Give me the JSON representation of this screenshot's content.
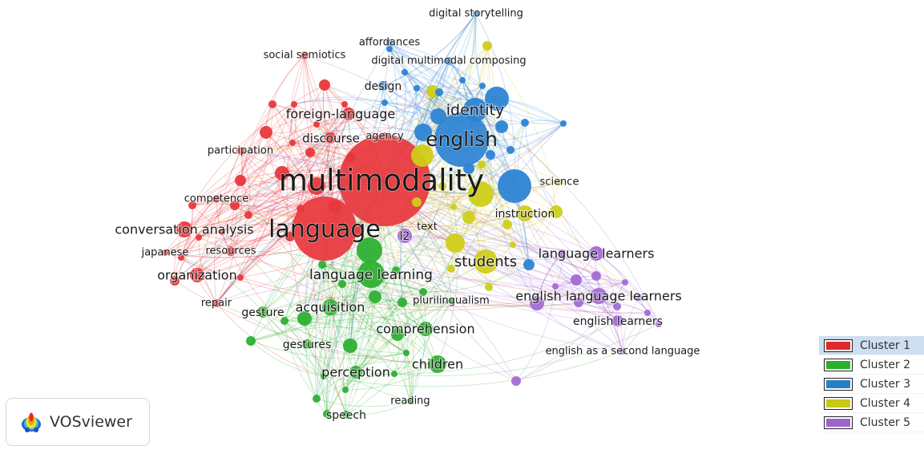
{
  "app": {
    "name": "VOSviewer"
  },
  "legend": {
    "selected_index": 0,
    "items": [
      {
        "label": "Cluster 1",
        "color": "#e02a2a"
      },
      {
        "label": "Cluster 2",
        "color": "#2ab02a"
      },
      {
        "label": "Cluster 3",
        "color": "#2a7ec4"
      },
      {
        "label": "Cluster 4",
        "color": "#c8c818"
      },
      {
        "label": "Cluster 5",
        "color": "#9a66cc"
      }
    ]
  },
  "clusters": {
    "1": {
      "name": "Cluster 1",
      "color": "#e8383d"
    },
    "2": {
      "name": "Cluster 2",
      "color": "#2eb033"
    },
    "3": {
      "name": "Cluster 3",
      "color": "#2d84d3"
    },
    "4": {
      "name": "Cluster 4",
      "color": "#cfcd19"
    },
    "5": {
      "name": "Cluster 5",
      "color": "#a46cd6"
    }
  },
  "nodes": [
    {
      "id": "multimodality",
      "label": "multimodality",
      "cluster": 1,
      "weight": 100
    },
    {
      "id": "language",
      "label": "language",
      "cluster": 1,
      "weight": 70
    },
    {
      "id": "foreign-language",
      "label": "foreign-language",
      "cluster": 1,
      "weight": 10
    },
    {
      "id": "discourse",
      "label": "discourse",
      "cluster": 1,
      "weight": 9
    },
    {
      "id": "social-semiotics",
      "label": "social semiotics",
      "cluster": 1,
      "weight": 6
    },
    {
      "id": "participation",
      "label": "participation",
      "cluster": 1,
      "weight": 7
    },
    {
      "id": "competence",
      "label": "competence",
      "cluster": 1,
      "weight": 6
    },
    {
      "id": "conversation-analysis",
      "label": "conversation analysis",
      "cluster": 1,
      "weight": 12
    },
    {
      "id": "japanese",
      "label": "japanese",
      "cluster": 1,
      "weight": 5
    },
    {
      "id": "resources",
      "label": "resources",
      "cluster": 1,
      "weight": 8
    },
    {
      "id": "organization",
      "label": "organization",
      "cluster": 1,
      "weight": 11
    },
    {
      "id": "repair",
      "label": "repair",
      "cluster": 1,
      "weight": 6
    },
    {
      "id": "agency",
      "label": "agency",
      "cluster": 1,
      "weight": 6
    },
    {
      "id": "language-learning",
      "label": "language learning",
      "cluster": 2,
      "weight": 22
    },
    {
      "id": "acquisition",
      "label": "acquisition",
      "cluster": 2,
      "weight": 14
    },
    {
      "id": "gesture",
      "label": "gesture",
      "cluster": 2,
      "weight": 9
    },
    {
      "id": "gestures",
      "label": "gestures",
      "cluster": 2,
      "weight": 7
    },
    {
      "id": "perception",
      "label": "perception",
      "cluster": 2,
      "weight": 10
    },
    {
      "id": "children",
      "label": "children",
      "cluster": 2,
      "weight": 12
    },
    {
      "id": "comprehension",
      "label": "comprehension",
      "cluster": 2,
      "weight": 11
    },
    {
      "id": "reading",
      "label": "reading",
      "cluster": 2,
      "weight": 5
    },
    {
      "id": "speech",
      "label": "speech",
      "cluster": 2,
      "weight": 6
    },
    {
      "id": "plurilingualism",
      "label": "plurilingualism",
      "cluster": 2,
      "weight": 4
    },
    {
      "id": "english",
      "label": "english",
      "cluster": 3,
      "weight": 40
    },
    {
      "id": "identity",
      "label": "identity",
      "cluster": 3,
      "weight": 20
    },
    {
      "id": "design",
      "label": "design",
      "cluster": 3,
      "weight": 8
    },
    {
      "id": "affordances",
      "label": "affordances",
      "cluster": 3,
      "weight": 5
    },
    {
      "id": "digital-storytelling",
      "label": "digital storytelling",
      "cluster": 3,
      "weight": 4
    },
    {
      "id": "digital-multimodal-composing",
      "label": "digital multimodal composing",
      "cluster": 3,
      "weight": 6
    },
    {
      "id": "students",
      "label": "students",
      "cluster": 4,
      "weight": 18
    },
    {
      "id": "instruction",
      "label": "instruction",
      "cluster": 4,
      "weight": 10
    },
    {
      "id": "science",
      "label": "science",
      "cluster": 4,
      "weight": 5
    },
    {
      "id": "text",
      "label": "text",
      "cluster": 4,
      "weight": 5
    },
    {
      "id": "l2",
      "label": "l2",
      "cluster": 5,
      "weight": 9
    },
    {
      "id": "language-learners",
      "label": "language learners",
      "cluster": 5,
      "weight": 10
    },
    {
      "id": "english-language-learners",
      "label": "english language learners",
      "cluster": 5,
      "weight": 12
    },
    {
      "id": "english-learners",
      "label": "english learners",
      "cluster": 5,
      "weight": 8
    },
    {
      "id": "english-as-a-second-language",
      "label": "english as a second language",
      "cluster": 5,
      "weight": 5
    }
  ]
}
